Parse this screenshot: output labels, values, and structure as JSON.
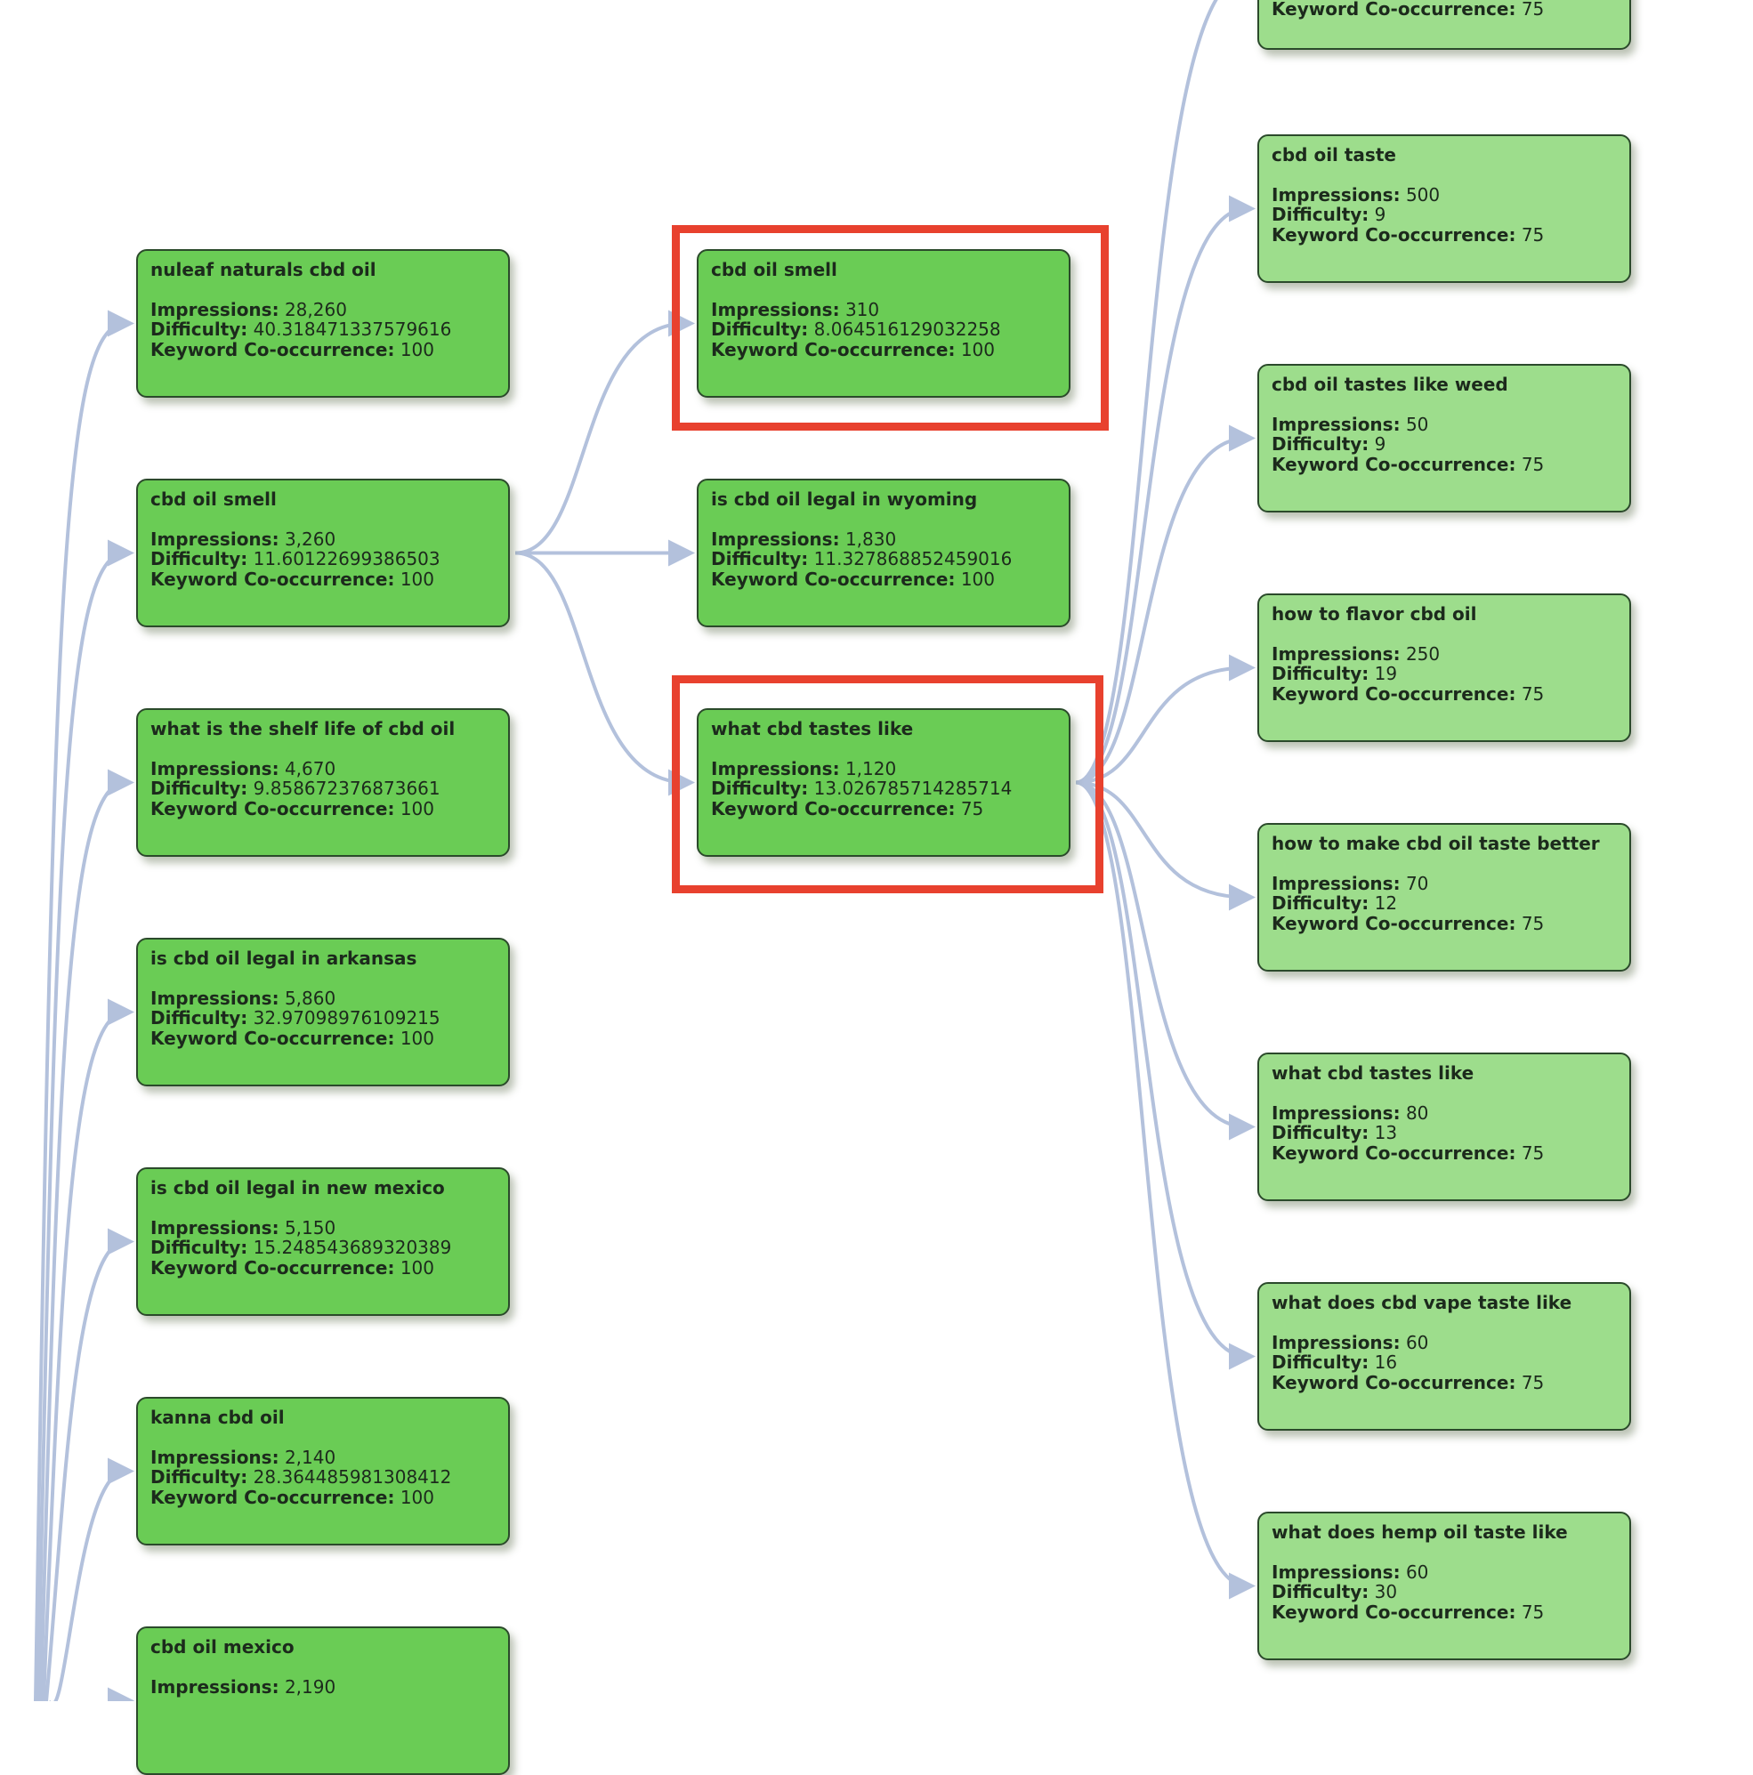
{
  "labels": {
    "impressions": "Impressions:",
    "difficulty": "Difficulty:",
    "cooccurrence": "Keyword Co-occurrence:"
  },
  "colors": {
    "edge": "#b3c1dc",
    "highlight": "#e8412e",
    "node_primary": "#6acc55",
    "node_secondary": "#9ddd8c"
  },
  "nodes": [
    {
      "id": "nuleaf",
      "title": "nuleaf naturals cbd oil",
      "impressions": "28,260",
      "difficulty": "40.318471337579616",
      "cooccurrence": "100"
    },
    {
      "id": "smell-l",
      "title": "cbd oil smell",
      "impressions": "3,260",
      "difficulty": "11.60122699386503",
      "cooccurrence": "100"
    },
    {
      "id": "shelf",
      "title": "what is the shelf life of cbd oil",
      "impressions": "4,670",
      "difficulty": "9.858672376873661",
      "cooccurrence": "100"
    },
    {
      "id": "arkansas",
      "title": "is cbd oil legal in arkansas",
      "impressions": "5,860",
      "difficulty": "32.97098976109215",
      "cooccurrence": "100"
    },
    {
      "id": "newmexico",
      "title": "is cbd oil legal in new mexico",
      "impressions": "5,150",
      "difficulty": "15.248543689320389",
      "cooccurrence": "100"
    },
    {
      "id": "kanna",
      "title": "kanna cbd oil",
      "impressions": "2,140",
      "difficulty": "28.364485981308412",
      "cooccurrence": "100"
    },
    {
      "id": "mexico",
      "title": "cbd oil mexico",
      "impressions": "2,190",
      "difficulty": "",
      "cooccurrence": ""
    },
    {
      "id": "smell-m",
      "title": "cbd oil smell",
      "impressions": "310",
      "difficulty": "8.064516129032258",
      "cooccurrence": "100"
    },
    {
      "id": "wyoming",
      "title": "is cbd oil legal in wyoming",
      "impressions": "1,830",
      "difficulty": "11.327868852459016",
      "cooccurrence": "100"
    },
    {
      "id": "tastes-m",
      "title": "what cbd tastes like",
      "impressions": "1,120",
      "difficulty": "13.026785714285714",
      "cooccurrence": "75"
    },
    {
      "id": "top-r",
      "title": "",
      "impressions": "",
      "difficulty": "",
      "cooccurrence": "75"
    },
    {
      "id": "taste",
      "title": "cbd oil taste",
      "impressions": "500",
      "difficulty": "9",
      "cooccurrence": "75"
    },
    {
      "id": "weed",
      "title": "cbd oil tastes like weed",
      "impressions": "50",
      "difficulty": "9",
      "cooccurrence": "75"
    },
    {
      "id": "flavor",
      "title": "how to flavor cbd oil",
      "impressions": "250",
      "difficulty": "19",
      "cooccurrence": "75"
    },
    {
      "id": "better",
      "title": "how to make cbd oil taste better",
      "impressions": "70",
      "difficulty": "12",
      "cooccurrence": "75"
    },
    {
      "id": "tastes-r",
      "title": "what cbd tastes like",
      "impressions": "80",
      "difficulty": "13",
      "cooccurrence": "75"
    },
    {
      "id": "vape",
      "title": "what does cbd vape taste like",
      "impressions": "60",
      "difficulty": "16",
      "cooccurrence": "75"
    },
    {
      "id": "hemp",
      "title": "what does hemp oil taste like",
      "impressions": "60",
      "difficulty": "30",
      "cooccurrence": "75"
    }
  ],
  "edges": [
    [
      "smell-l",
      "smell-m"
    ],
    [
      "smell-l",
      "wyoming"
    ],
    [
      "smell-l",
      "tastes-m"
    ],
    [
      "tastes-m",
      "top-r"
    ],
    [
      "tastes-m",
      "taste"
    ],
    [
      "tastes-m",
      "weed"
    ],
    [
      "tastes-m",
      "flavor"
    ],
    [
      "tastes-m",
      "better"
    ],
    [
      "tastes-m",
      "tastes-r"
    ],
    [
      "tastes-m",
      "vape"
    ],
    [
      "tastes-m",
      "hemp"
    ]
  ],
  "highlighted": [
    "smell-m",
    "tastes-m"
  ]
}
